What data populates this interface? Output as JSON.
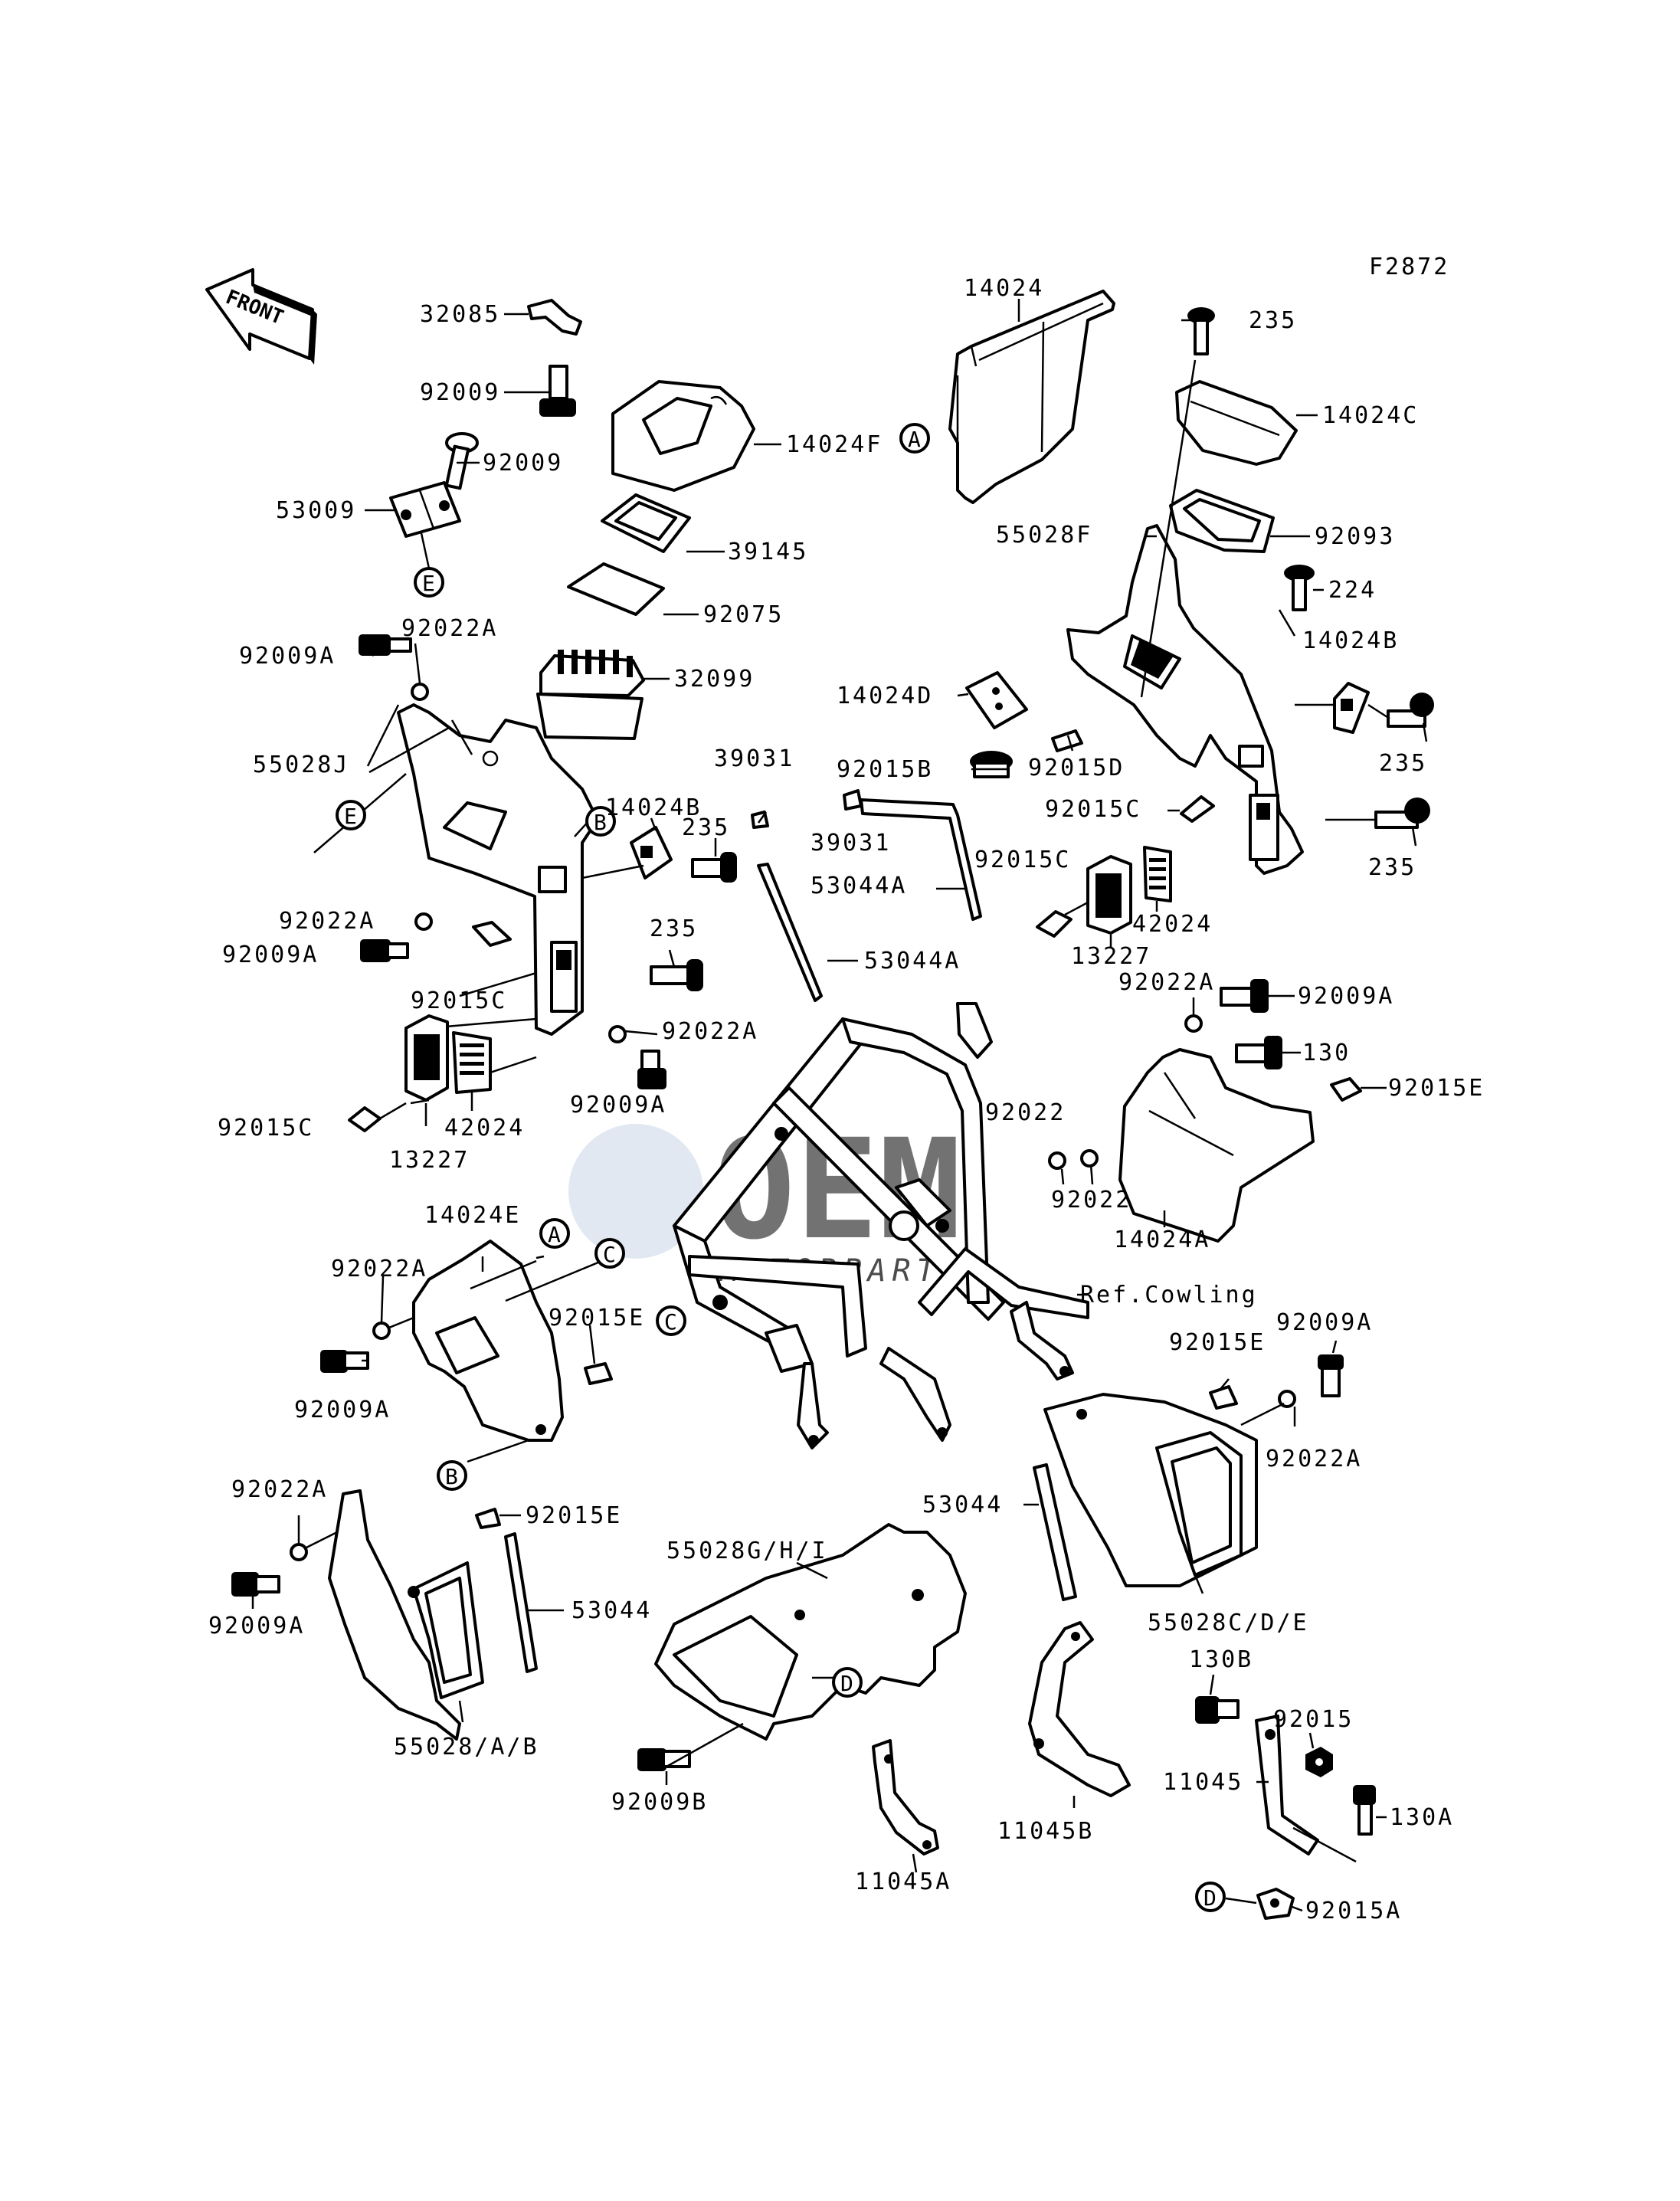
{
  "diagram": {
    "figure_code": "F2872",
    "front_marker": "FRONT",
    "watermark": {
      "brand": "OEM",
      "subtitle": "MOTORPARTS"
    },
    "reference_label": "Ref.Cowling",
    "callouts": {
      "A": "A",
      "B": "B",
      "C": "C",
      "D": "D",
      "E": "E"
    },
    "part_labels": {
      "p32085": "32085",
      "p92009_a": "92009",
      "p92009_b": "92009",
      "p53009": "53009",
      "p14024F": "14024F",
      "p39145": "39145",
      "p92075": "92075",
      "p32099": "32099",
      "p92009A_1": "92009A",
      "p92022A_1": "92022A",
      "p55028J": "55028J",
      "p14024B_l": "14024B",
      "p235_l1": "235",
      "p92022A_2": "92022A",
      "p92009A_2": "92009A",
      "p92015C_l1": "92015C",
      "p235_l2": "235",
      "p92022A_3": "92022A",
      "p92009A_3": "92009A",
      "p92015C_l2": "92015C",
      "p42024_l": "42024",
      "p13227_l": "13227",
      "p39031_a": "39031",
      "p39031_b": "39031",
      "p53044A_a": "53044A",
      "p53044A_b": "53044A",
      "p14024": "14024",
      "p235_r1": "235",
      "p14024C": "14024C",
      "p55028F": "55028F",
      "p92093": "92093",
      "p224": "224",
      "p14024B_r": "14024B",
      "p14024D": "14024D",
      "p92015B": "92015B",
      "p92015D": "92015D",
      "p92015C_r1": "92015C",
      "p235_r2": "235",
      "p235_r3": "235",
      "p92015C_r2": "92015C",
      "p42024_r": "42024",
      "p13227_r": "13227",
      "p92022A_r": "92022A",
      "p92009A_r": "92009A",
      "p130": "130",
      "p92022_a": "92022",
      "p92015E_r": "92015E",
      "p92022_b": "92022",
      "p14024A": "14024A",
      "p14024E": "14024E",
      "p92022A_m": "92022A",
      "p92015E_m": "92015E",
      "p92009A_m": "92009A",
      "p92015E_rr": "92015E",
      "p92009A_rr": "92009A",
      "p92022A_rr": "92022A",
      "p53044_r": "53044",
      "p55028CDE": "55028C/D/E",
      "p92022A_bl": "92022A",
      "p92015E_bl": "92015E",
      "p92009A_bl": "92009A",
      "p53044_bl": "53044",
      "p55028AB": "55028/A/B",
      "p55028GHI": "55028G/H/I",
      "p92009B": "92009B",
      "p11045A": "11045A",
      "p11045B": "11045B",
      "p130B": "130B",
      "p92015": "92015",
      "p11045": "11045",
      "p130A": "130A",
      "p92015A": "92015A"
    }
  }
}
